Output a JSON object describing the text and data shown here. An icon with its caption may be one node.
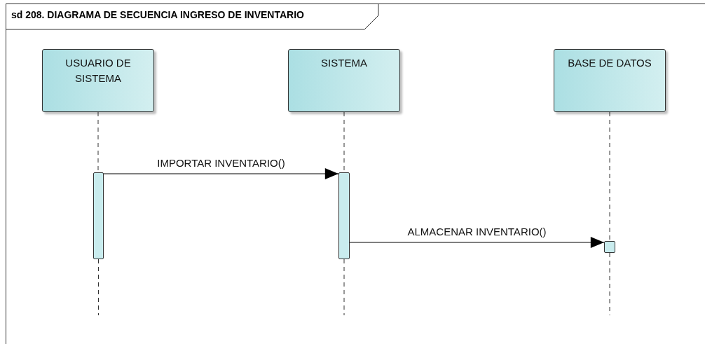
{
  "diagram": {
    "title": "sd 208. DIAGRAMA DE SECUENCIA INGRESO DE INVENTARIO",
    "nodes": [
      {
        "text": [
          "USUARIO DE SISTEMA"
        ]
      },
      {
        "text": [
          "SISTEMA"
        ]
      },
      {
        "text": [
          "BASE DE DATOS"
        ]
      },
      {
        "text": [],
        "shape": "bar"
      },
      {
        "text": [],
        "shape": "bar"
      },
      {
        "text": [],
        "shape": "bar"
      }
    ],
    "edges": [
      {
        "from": 0,
        "to": 3,
        "arrow": "none",
        "style": "dashed"
      },
      {
        "from": 1,
        "to": 4,
        "arrow": "none",
        "style": "dashed"
      },
      {
        "from": 2,
        "to": 5,
        "arrow": "none",
        "style": "dashed"
      },
      {
        "from": 3,
        "to": 4,
        "arrow": "to",
        "label": "IMPORTAR INVENTARIO()"
      },
      {
        "from": 4,
        "to": 5,
        "arrow": "to",
        "label": "ALMACENAR INVENTARIO()"
      }
    ]
  }
}
